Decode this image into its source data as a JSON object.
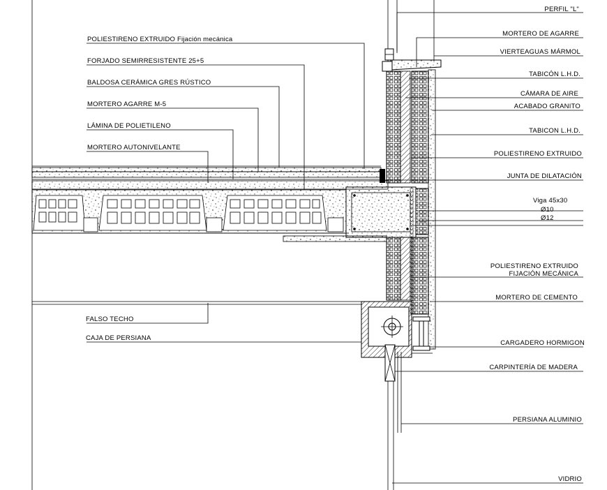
{
  "left_labels": [
    {
      "id": "poliestireno-fijacion",
      "text": "POLIESTIRENO EXTRUIDO Fijación mecánica"
    },
    {
      "id": "forjado",
      "text": "FORJADO SEMIRRESISTENTE 25+5"
    },
    {
      "id": "baldosa",
      "text": "BALDOSA CERÁMICA GRES RÚSTICO"
    },
    {
      "id": "mortero-agarre-m5",
      "text": "MORTERO AGARRE M-5"
    },
    {
      "id": "lamina",
      "text": "LÁMINA DE POLIETILENO"
    },
    {
      "id": "mortero-autonivelante",
      "text": "MORTERO AUTONIVELANTE"
    },
    {
      "id": "falso-techo",
      "text": "FALSO TECHO"
    },
    {
      "id": "caja-persiana",
      "text": "CAJA DE PERSIANA"
    }
  ],
  "right_labels": [
    {
      "id": "perfil-l",
      "text": "PERFIL \"L\""
    },
    {
      "id": "mortero-agarre",
      "text": "MORTERO DE AGARRE"
    },
    {
      "id": "vierteaguas",
      "text": "VIERTEAGUAS MÁRMOL"
    },
    {
      "id": "tabicon-1",
      "text": "TABICÓN L.H.D."
    },
    {
      "id": "camara-aire",
      "text": "CÁMARA DE AIRE"
    },
    {
      "id": "acabado-granito",
      "text": "ACABADO GRANITO"
    },
    {
      "id": "tabicon-2",
      "text": "TABICON L.H.D."
    },
    {
      "id": "poliestireno-extruido",
      "text": "POLIESTIRENO EXTRUIDO"
    },
    {
      "id": "junta-dilatacion",
      "text": "JUNTA DE DILATACIÓN"
    },
    {
      "id": "viga",
      "text": "Viga 45x30"
    },
    {
      "id": "d10",
      "text": "Ø10"
    },
    {
      "id": "d12",
      "text": "Ø12"
    },
    {
      "id": "poliestireno-fijacion-1",
      "text": "POLIESTIRENO EXTRUIDO"
    },
    {
      "id": "poliestireno-fijacion-2",
      "text": "FIJACIÓN MECÁNICA"
    },
    {
      "id": "mortero-cemento",
      "text": "MORTERO DE CEMENTO"
    },
    {
      "id": "cargadero",
      "text": "CARGADERO HORMIGON"
    },
    {
      "id": "carpinteria",
      "text": "CARPINTERÍA DE MADERA"
    },
    {
      "id": "persiana",
      "text": "PERSIANA ALUMINIO"
    },
    {
      "id": "vidrio",
      "text": "VIDRIO"
    }
  ]
}
